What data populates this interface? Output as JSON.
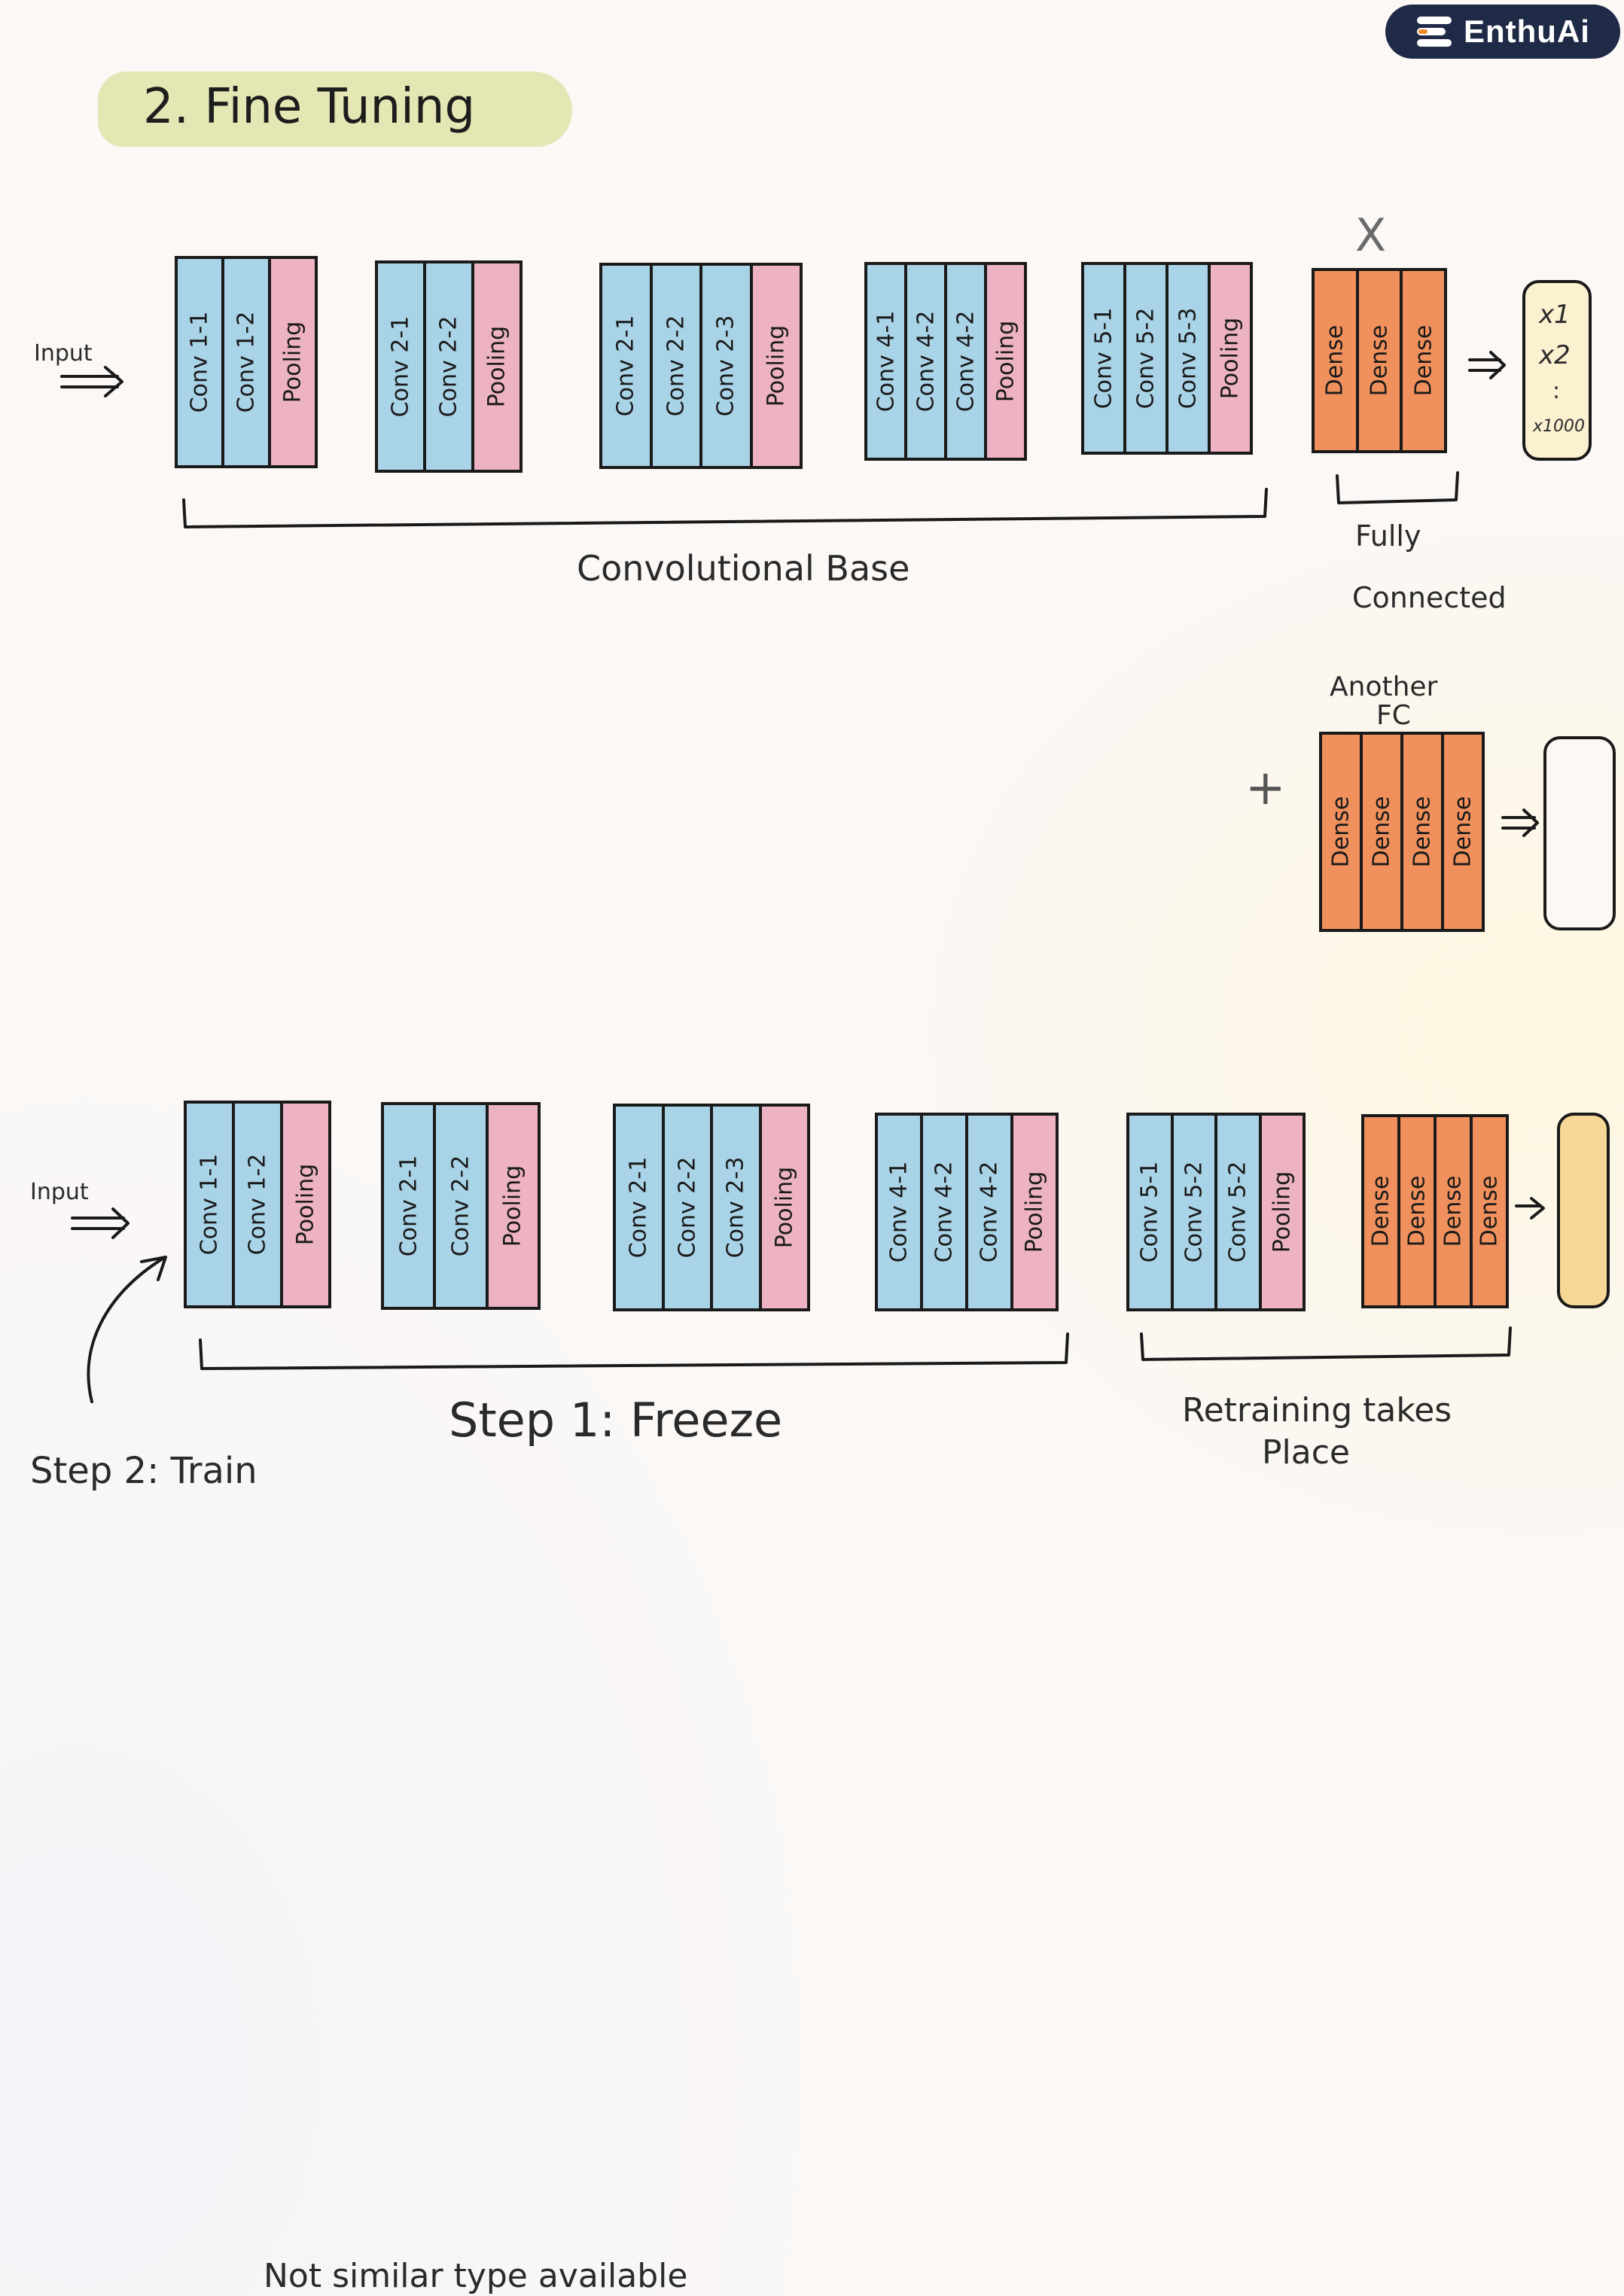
{
  "brand": {
    "name": "EnthuAi",
    "icon": "enthuai-logo-icon"
  },
  "title": "2. Fine Tuning",
  "row1": {
    "input_label": "Input",
    "blocks": [
      {
        "layers": [
          {
            "label": "Conv 1-1",
            "type": "conv"
          },
          {
            "label": "Conv 1-2",
            "type": "conv"
          },
          {
            "label": "Pooling",
            "type": "pool"
          }
        ]
      },
      {
        "layers": [
          {
            "label": "Conv 2-1",
            "type": "conv"
          },
          {
            "label": "Conv 2-2",
            "type": "conv"
          },
          {
            "label": "Pooling",
            "type": "pool"
          }
        ]
      },
      {
        "layers": [
          {
            "label": "Conv 2-1",
            "type": "conv"
          },
          {
            "label": "Conv 2-2",
            "type": "conv"
          },
          {
            "label": "Conv 2-3",
            "type": "conv"
          },
          {
            "label": "Pooling",
            "type": "pool"
          }
        ]
      },
      {
        "layers": [
          {
            "label": "Conv 4-1",
            "type": "conv"
          },
          {
            "label": "Conv 4-2",
            "type": "conv"
          },
          {
            "label": "Conv 4-2",
            "type": "conv"
          },
          {
            "label": "Pooling",
            "type": "pool"
          }
        ]
      },
      {
        "layers": [
          {
            "label": "Conv 5-1",
            "type": "conv"
          },
          {
            "label": "Conv 5-2",
            "type": "conv"
          },
          {
            "label": "Conv 5-3",
            "type": "conv"
          },
          {
            "label": "Pooling",
            "type": "pool"
          }
        ]
      }
    ],
    "fc_layers": [
      {
        "label": "Dense",
        "type": "dense"
      },
      {
        "label": "Dense",
        "type": "dense"
      },
      {
        "label": "Dense",
        "type": "dense"
      }
    ],
    "cross_mark": "X",
    "output": {
      "x1": "x1",
      "x2": "x2",
      "dots": ":",
      "xn": "x1000"
    },
    "conv_base_label": "Convolutional Base",
    "fc_label_line1": "Fully",
    "fc_label_line2": "Connected"
  },
  "row2": {
    "plus": "+",
    "label_line1": "Another",
    "label_line2": "FC",
    "fc_layers": [
      {
        "label": "Dense",
        "type": "dense"
      },
      {
        "label": "Dense",
        "type": "dense"
      },
      {
        "label": "Dense",
        "type": "dense"
      },
      {
        "label": "Dense",
        "type": "dense"
      }
    ]
  },
  "row3": {
    "input_label": "Input",
    "blocks": [
      {
        "layers": [
          {
            "label": "Conv 1-1",
            "type": "conv"
          },
          {
            "label": "Conv 1-2",
            "type": "conv"
          },
          {
            "label": "Pooling",
            "type": "pool"
          }
        ]
      },
      {
        "layers": [
          {
            "label": "Conv 2-1",
            "type": "conv"
          },
          {
            "label": "Conv 2-2",
            "type": "conv"
          },
          {
            "label": "Pooling",
            "type": "pool"
          }
        ]
      },
      {
        "layers": [
          {
            "label": "Conv 2-1",
            "type": "conv"
          },
          {
            "label": "Conv 2-2",
            "type": "conv"
          },
          {
            "label": "Conv 2-3",
            "type": "conv"
          },
          {
            "label": "Pooling",
            "type": "pool"
          }
        ]
      },
      {
        "layers": [
          {
            "label": "Conv 4-1",
            "type": "conv"
          },
          {
            "label": "Conv 4-2",
            "type": "conv"
          },
          {
            "label": "Conv 4-2",
            "type": "conv"
          },
          {
            "label": "Pooling",
            "type": "pool"
          }
        ]
      },
      {
        "layers": [
          {
            "label": "Conv 5-1",
            "type": "conv"
          },
          {
            "label": "Conv 5-2",
            "type": "conv"
          },
          {
            "label": "Conv 5-2",
            "type": "conv"
          },
          {
            "label": "Pooling",
            "type": "pool"
          }
        ]
      }
    ],
    "fc_layers": [
      {
        "label": "Dense",
        "type": "dense"
      },
      {
        "label": "Dense",
        "type": "dense"
      },
      {
        "label": "Dense",
        "type": "dense"
      },
      {
        "label": "Dense",
        "type": "dense"
      }
    ],
    "freeze_label": "Step 1: Freeze",
    "train_label": "Step 2: Train",
    "retrain_line1": "Retraining takes",
    "retrain_line2": "Place"
  },
  "footer_text": "Not similar type available"
}
